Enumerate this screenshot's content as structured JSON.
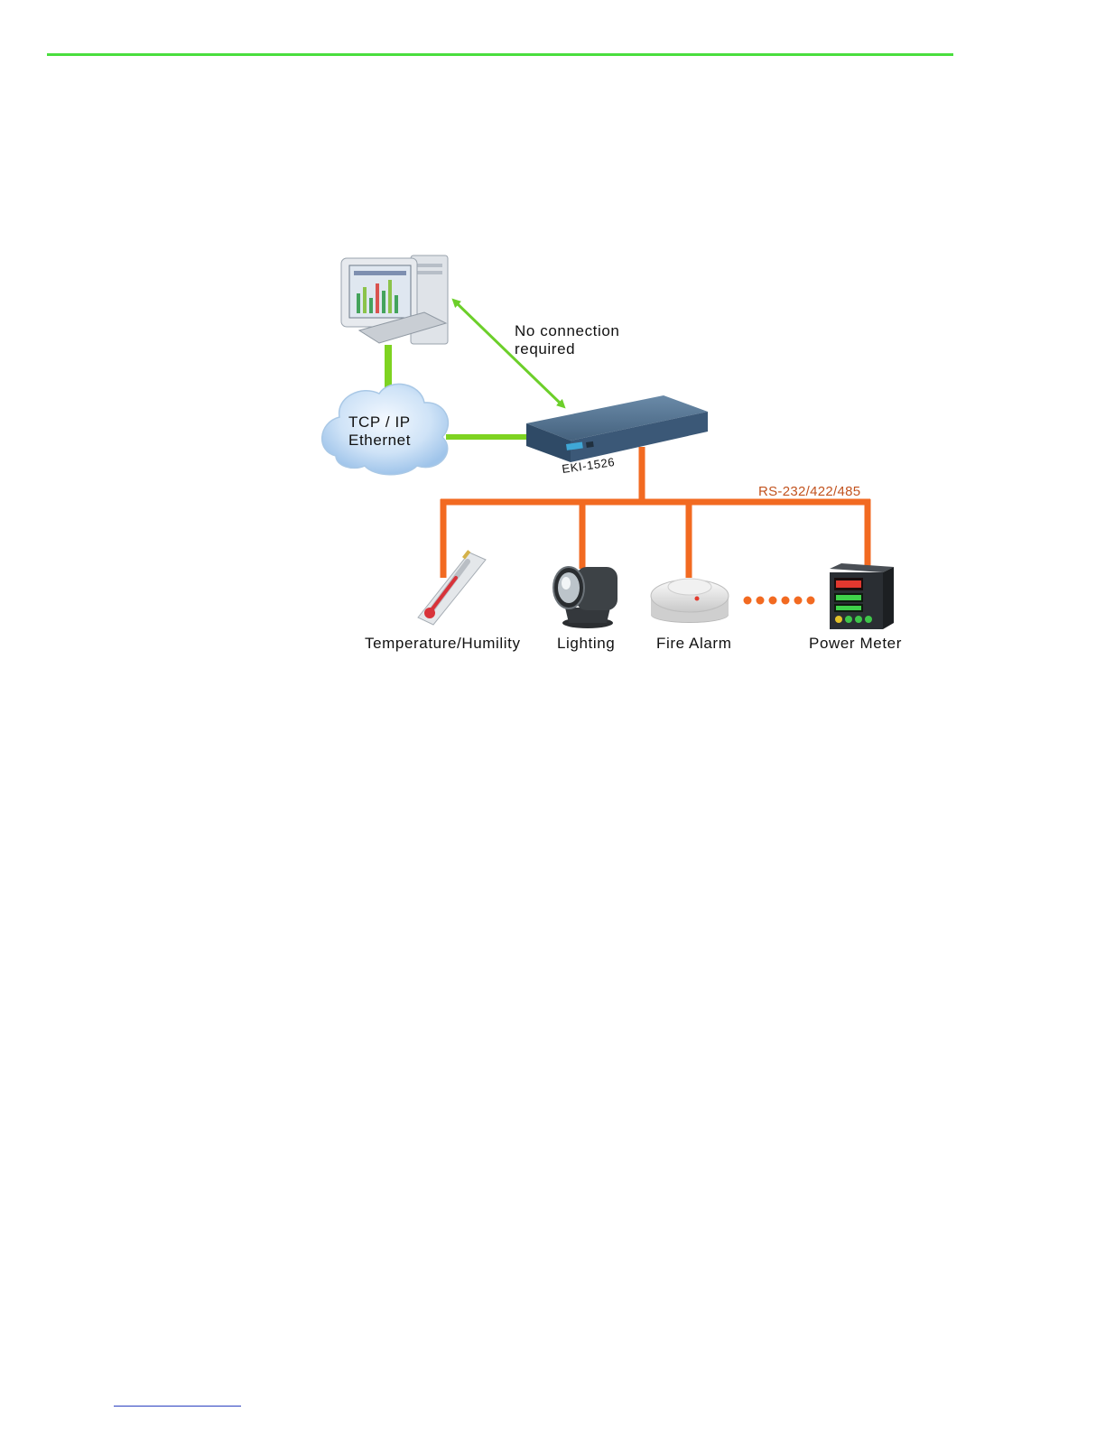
{
  "diagram": {
    "annotation_no_connection": "No connection\nrequired",
    "cloud_label": "TCP / IP\nEthernet",
    "device_model": "EKI-1526",
    "bus_label": "RS-232/422/485",
    "devices": [
      {
        "label": "Temperature/Humility",
        "icon": "thermometer-icon"
      },
      {
        "label": "Lighting",
        "icon": "spotlight-icon"
      },
      {
        "label": "Fire Alarm",
        "icon": "smoke-detector-icon"
      },
      {
        "label": "Power Meter",
        "icon": "power-meter-icon"
      }
    ],
    "colors": {
      "rule": "#4ade3e",
      "ethernet_link": "#7ed321",
      "serial_bus": "#f26a21",
      "bus_label": "#c2531f"
    }
  }
}
